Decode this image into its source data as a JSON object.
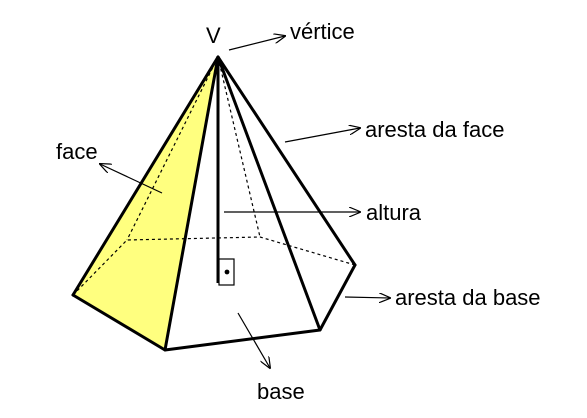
{
  "labels": {
    "apex": "V",
    "vertex": "vértice",
    "face_edge": "aresta da face",
    "face": "face",
    "height": "altura",
    "base_edge": "aresta da base",
    "base": "base"
  },
  "colors": {
    "face_fill": "#ffff7f",
    "line": "#000000",
    "background": "#ffffff"
  }
}
